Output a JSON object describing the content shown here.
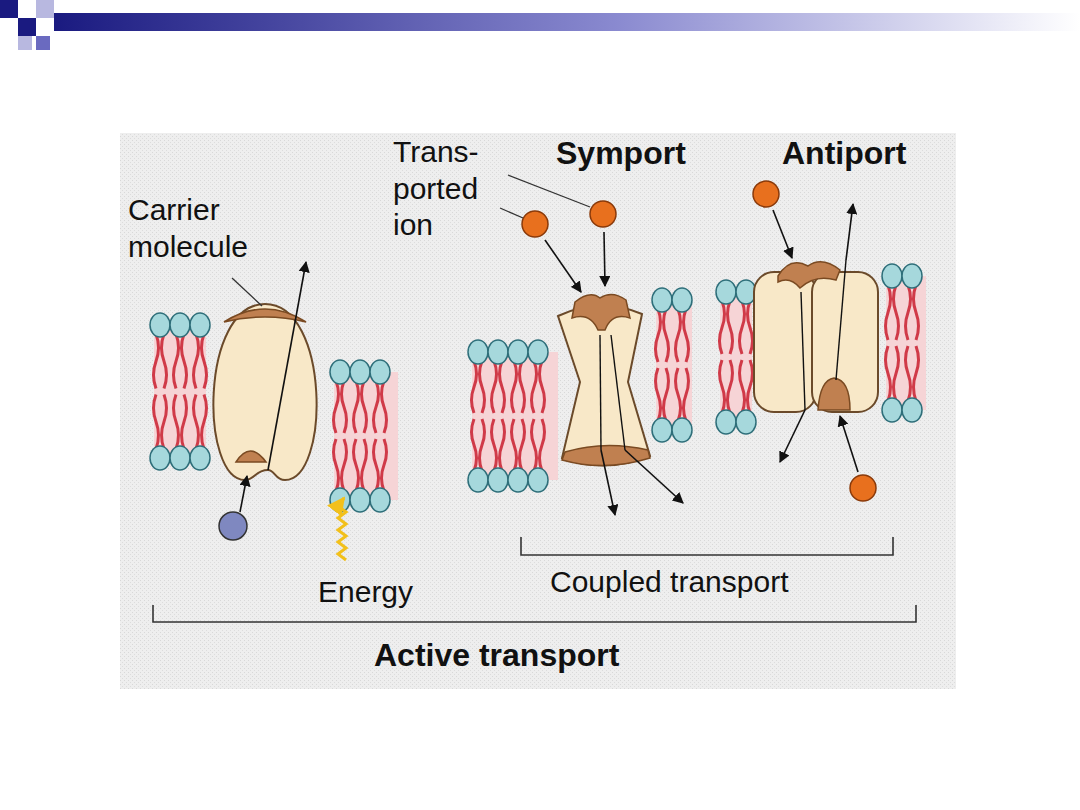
{
  "diagram": {
    "labels": [
      "Carrier molecule",
      "Trans- ported ion",
      "Symport",
      "Antiport",
      "Energy",
      "Coupled transport",
      "Active transport"
    ]
  }
}
